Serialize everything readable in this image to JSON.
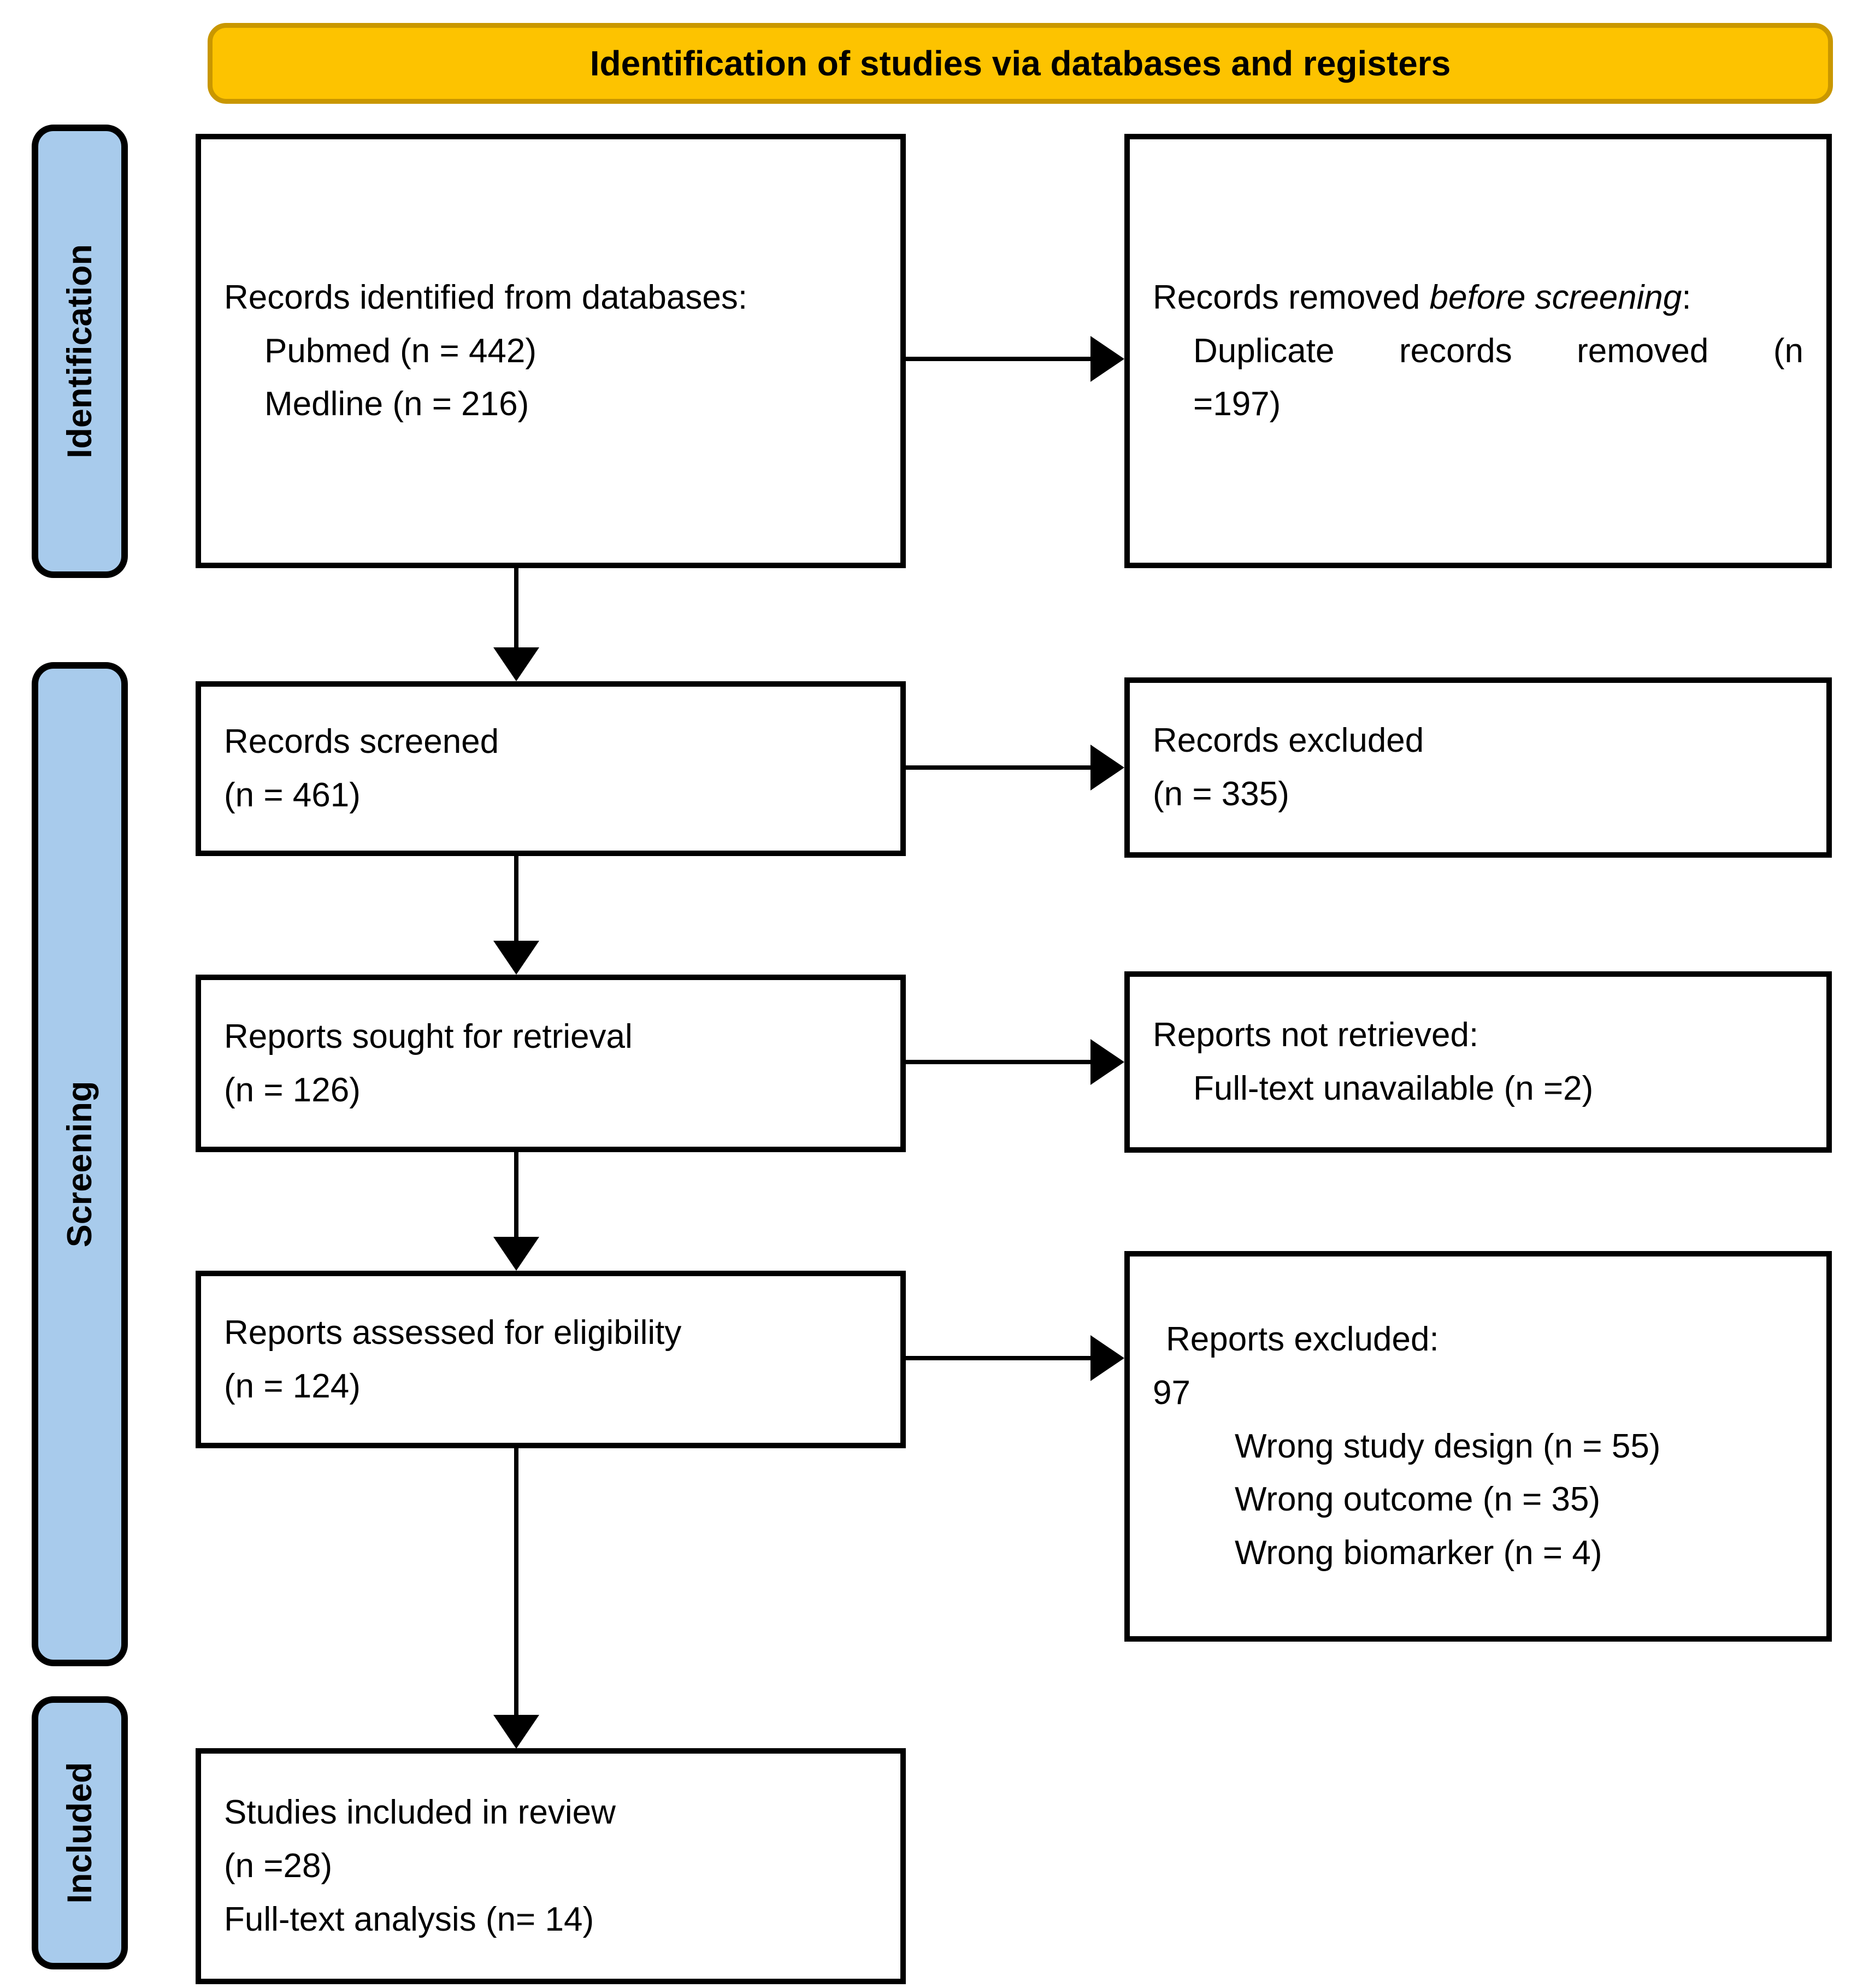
{
  "header": {
    "title": "Identification of studies via databases and registers"
  },
  "stages": [
    {
      "id": "identification",
      "label": "Identification"
    },
    {
      "id": "screening",
      "label": "Screening"
    },
    {
      "id": "included",
      "label": "Included"
    }
  ],
  "boxes": {
    "records_identified": {
      "heading": "Records identified from databases:",
      "items": [
        "Pubmed (n = 442)",
        "Medline (n = 216)"
      ]
    },
    "records_removed": {
      "heading_prefix": "Records removed ",
      "heading_italic": "before screening",
      "heading_suffix": ":",
      "item_justified": "Duplicate records removed (n",
      "item_continuation": "=197)"
    },
    "records_screened": {
      "heading": "Records screened",
      "count": "(n = 461)"
    },
    "records_excluded": {
      "heading": "Records excluded",
      "count": "(n = 335)"
    },
    "reports_sought": {
      "heading": "Reports sought for retrieval",
      "count": "(n = 126)"
    },
    "reports_not_retrieved": {
      "heading": "Reports not retrieved:",
      "item": "Full-text unavailable (n =2)"
    },
    "reports_assessed": {
      "heading": "Reports assessed for eligibility",
      "count": "(n = 124)"
    },
    "reports_excluded": {
      "heading": "Reports excluded:",
      "total": "97",
      "items": [
        "Wrong study design (n = 55)",
        "Wrong outcome (n = 35)",
        "Wrong biomarker (n = 4)"
      ]
    },
    "studies_included": {
      "heading": "Studies included in review",
      "count": "(n =28)",
      "extra": "Full-text analysis (n= 14)"
    }
  },
  "colors": {
    "banner_fill": "#FDC300",
    "banner_border": "#C99700",
    "stage_fill": "#A8CBEC",
    "stroke": "#000000",
    "box_fill": "#FFFFFF"
  }
}
